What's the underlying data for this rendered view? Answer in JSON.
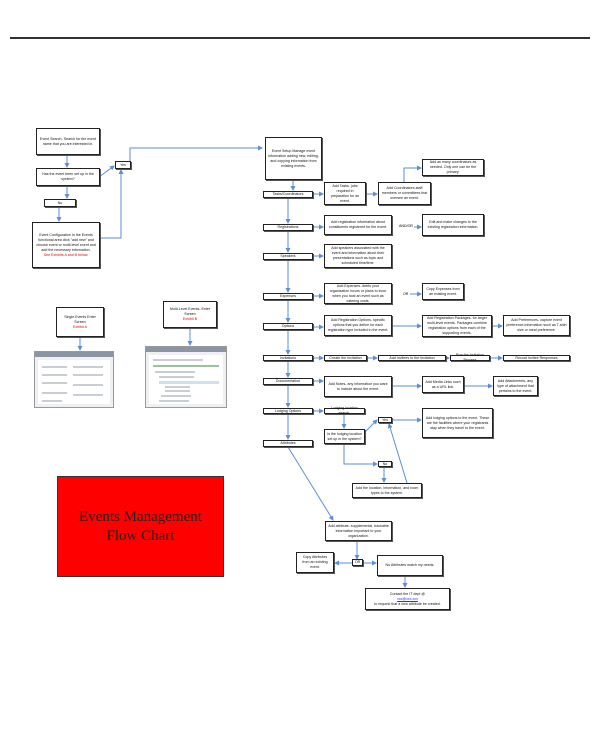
{
  "title": {
    "line1": "Events Management",
    "line2": "Flow Chart",
    "background": "#ff0000"
  },
  "left": {
    "event_search": "Event Search- Search for the event name that you are interested in.",
    "has_event": "Has the event been set up in the system?",
    "no": "No",
    "yes": "Yes",
    "event_config": "Event Configuration In the Events functional area click \"add new\" and choose event or multi-level event and add the necessary information.",
    "event_config_note": "See Exhibits A and B below.",
    "single_events": "Single Events Enter Screen",
    "single_exhibit": "Exhibit A",
    "multi_events": "Multi-Level Events- Enter Screen",
    "multi_exhibit": "Exhibit B"
  },
  "right": {
    "event_setup": "Event Setup Manage event information adding new, editing, and copying information from existing events.",
    "tasks": "Tasks/Coordinators",
    "add_tasks": "Add Tasks- jobs required in preparation for an event.",
    "add_coordinators": "Add Coordinators-staff members or committees that oversee an event.",
    "add_many_coord": "Add as many coordinators as needed. Only one can be the primary.",
    "registrations": "Registrations",
    "add_reg_info": "Add registration information about constituents registered for the event.",
    "and_or": "AND/OR",
    "edit_changes": "Edit and make changes to the existing registration information.",
    "speakers": "Speakers",
    "add_speakers": "Add speakers associated with the event and information about their presentations such as topic and scheduled time/time.",
    "expenses": "Expenses",
    "add_expenses": "Add Expenses- debts your organization incurs or plans to incur when you host an event such as catering costs.",
    "or": "OR",
    "copy_expenses": "Copy Expenses from an existing event.",
    "options": "Options",
    "add_reg_options": "Add Registration Options- specific options that you define for each registration type included in the event.",
    "add_reg_packages": "Add Registration Packages- for larger multi-level events. Packages combine registration options from each of the supporting events.",
    "add_preferences": "Add Preferences- capture event preference information such as T-shirt size or meal preference.",
    "invitations": "Invitations",
    "create_invitation": "Create the Invitation",
    "add_invitees": "Add Invitees to the Invitation",
    "run_invitation": "Run the Invitation Process",
    "record_responses": "Record Invitee Responses",
    "documentation": "Documentation",
    "add_notes": "Add Notes- any information you want to include about the event.",
    "add_media": "Add Media Links such as a URL link.",
    "add_attachments": "Add Attachments- any type of attachment that pertains to the event.",
    "lodging": "Lodging Options",
    "lodging_search": "Lodging location search.",
    "lodging_setup": "Is the lodging location set up in the system?",
    "yes": "Yes",
    "no": "No",
    "add_location": "Add the location, information, and room types to the system.",
    "add_lodging": "Add lodging options to the event. These are the facilities where your registrants stay when they travel to the event.",
    "attributes": "Attributes",
    "add_attribute": "Add attribute- supplemental, trackable information important to your organization.",
    "or2": "OR",
    "copy_attributes": "Copy Attributes from an existing event.",
    "no_attributes": "No Attributes match my needs.",
    "contact_it": "Contact the IT dept @",
    "contact_email": "xxx@xxx.xxx",
    "contact_it_tail": "to request that a new attribute be created."
  },
  "colors": {
    "arrow": "#5b8fd6",
    "note": "#e00000"
  }
}
